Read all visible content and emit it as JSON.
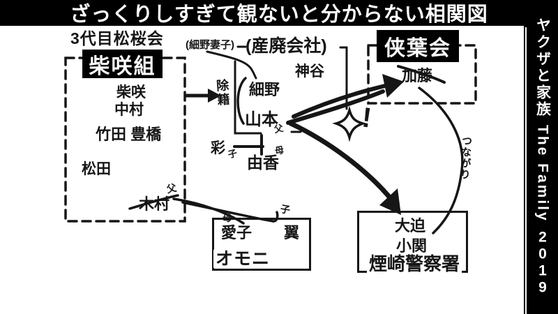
{
  "banner": {
    "title": "ざっくりしすぎて観ないと分からない相関図"
  },
  "side_banner": {
    "title_jp": "ヤクザと家族",
    "title_en": "The Family",
    "year": "2019"
  },
  "shibasaki_group": {
    "parent_org": "3代目松桜会",
    "name": "柴咲組",
    "members": [
      "柴咲",
      "中村",
      "竹田 豊橋",
      "松田"
    ],
    "kimura": "木村",
    "kimura_role": "父",
    "expelled": "除籍"
  },
  "sanpai_company": {
    "wife_note": "(細野妻子)",
    "name": "(産廃会社)",
    "kamiya": "神谷",
    "hosono": "細野",
    "yamamoto": "山本",
    "yamamoto_role": "父",
    "yuka": "由香",
    "yuka_role": "母",
    "aya": "彩",
    "aya_role": "子"
  },
  "kyoyo_group": {
    "name": "侠葉会",
    "kato": "加藤",
    "connection": "つながり"
  },
  "omoni_house": {
    "aiko": "愛子",
    "aiko_role": "母",
    "tsubasa": "翼",
    "tsubasa_role": "子",
    "label": "オモニ"
  },
  "police": {
    "osako": "大迫",
    "koseki": "小関",
    "station": "煙崎警察署"
  },
  "marks": {
    "exclamation": "!"
  },
  "colors": {
    "ink": "#161616",
    "banner_bg": "#000000",
    "banner_fg": "#ffffff"
  }
}
